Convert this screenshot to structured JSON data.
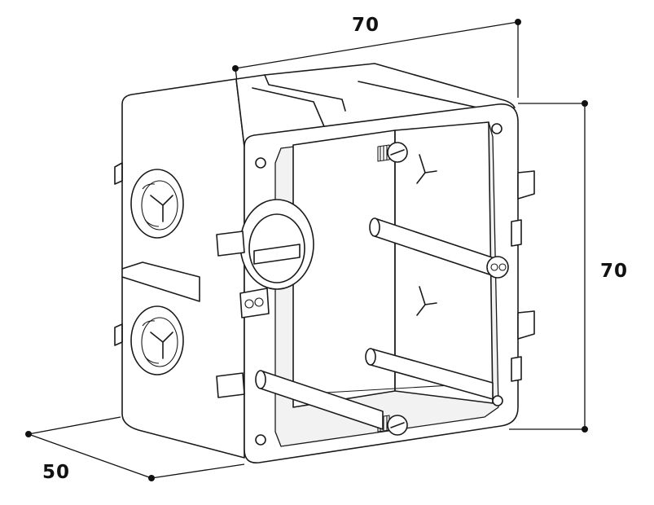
{
  "dimensions": {
    "width_label": "70",
    "height_label": "70",
    "depth_label": "50"
  }
}
